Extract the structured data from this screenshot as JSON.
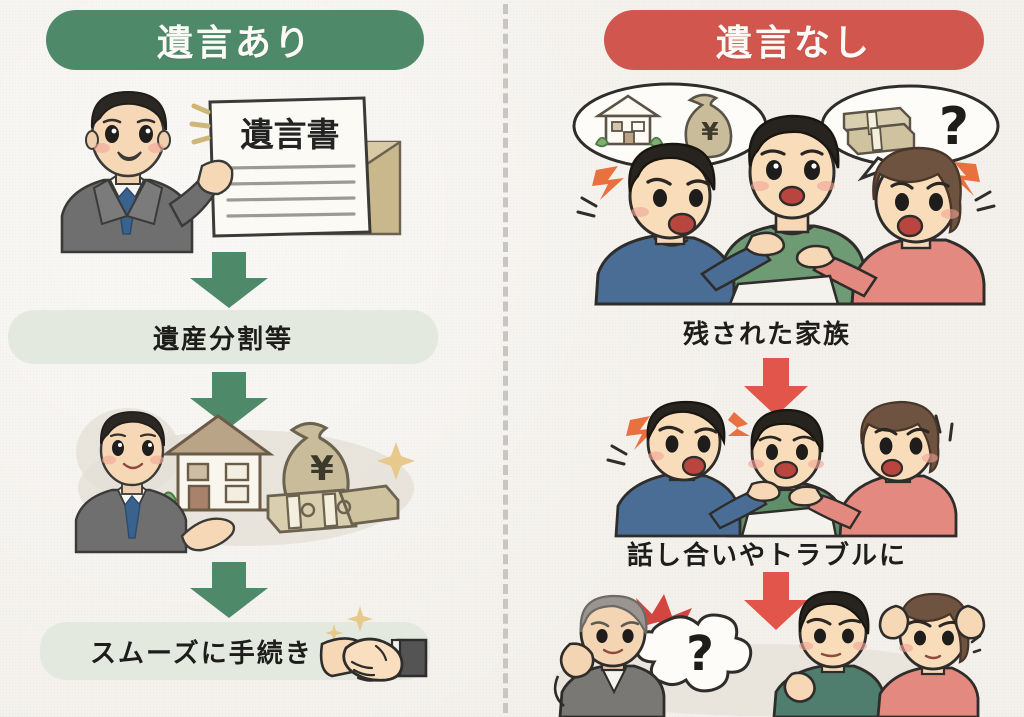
{
  "page": {
    "background_color": "#f4f1ec",
    "divider_color": "#c9c5c2"
  },
  "colors": {
    "green_accent": "#4e8a69",
    "red_accent": "#d1564e",
    "label_box_bg": "#e4e9e0",
    "text_dark": "#1d1d1b",
    "header_text": "#fbfaf6"
  },
  "left_column": {
    "header": {
      "label": "遺言あり",
      "bg_color": "#4e8a69"
    },
    "steps": [
      {
        "scene_name": "man-holding-will-document",
        "document_text": "遺言書",
        "description": "businessman-in-gray-suit-holding-will"
      },
      {
        "label": "遺産分割等",
        "kind": "label-box"
      },
      {
        "scene_name": "man-presenting-house-and-money",
        "description": "businessman-gesturing-to-house-money-bag-yen-and-cash",
        "money_symbol": "¥"
      },
      {
        "label": "スムーズに手続き",
        "kind": "label-box",
        "icon": "handshake-icon"
      }
    ],
    "arrow_color": "#4e8a69"
  },
  "right_column": {
    "header": {
      "label": "遺言なし",
      "bg_color": "#d1564e"
    },
    "steps": [
      {
        "scene_name": "family-arguing-with-thought-bubbles",
        "description": "three-family-members-arguing-over-document",
        "bubble_left_icons": [
          "house-icon",
          "money-bag-icon"
        ],
        "bubble_right_icons": [
          "cash-stack-icon",
          "question-mark-icon"
        ],
        "money_symbol": "¥",
        "question_symbol": "?"
      },
      {
        "label": "残された家族",
        "kind": "plain-text"
      },
      {
        "scene_name": "family-arguing-closeup",
        "description": "three-family-members-arguing-pointing-fingers"
      },
      {
        "label": "話し合いやトラブルに",
        "kind": "plain-text"
      },
      {
        "scene_name": "worried-family-with-question-cloud",
        "description": "elderly-man-and-two-adults-worried-holding-heads",
        "question_symbol": "?"
      }
    ],
    "arrow_color": "#d1564e"
  }
}
